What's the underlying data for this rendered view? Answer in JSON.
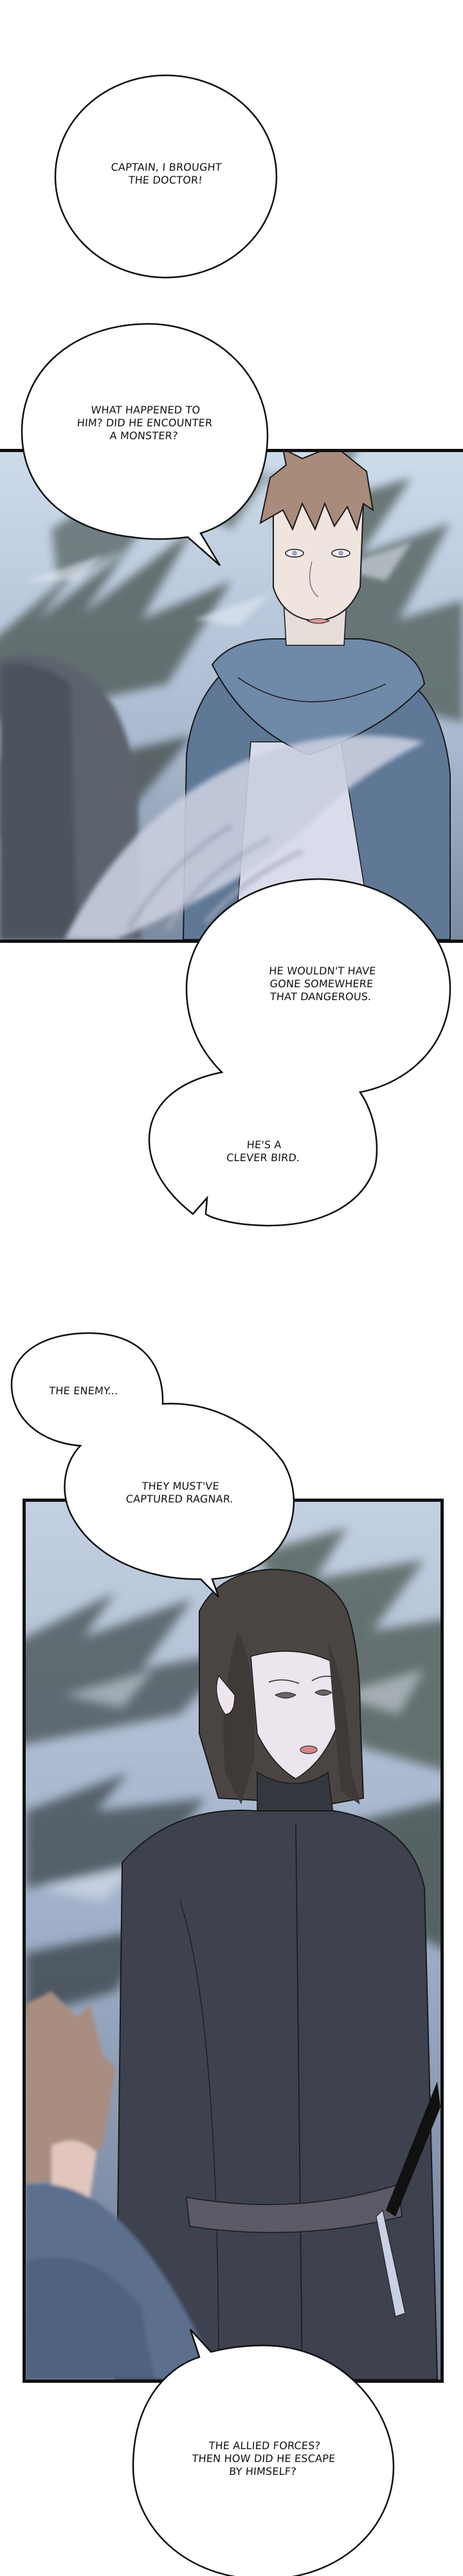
{
  "page": {
    "background": "#ffffff",
    "panel_border_color": "#111111"
  },
  "panels": [
    {
      "id": "panel-1",
      "description": "Snowy forest at dusk; brown-haired man in blue scarf and cloak looks shocked, a hooded figure in the foreground left, white bird wing blurred in front",
      "palette": {
        "sky": "#c9d6e6",
        "trees": "#5c6a6c",
        "cloak": "#5f7895",
        "hair": "#a58a7a",
        "skin": "#efe3dc",
        "wing": "#c8cfe0",
        "foreground_figure": "#5c6470"
      }
    },
    {
      "id": "panel-2",
      "description": "Snowy forest background; dark-haired woman in black high-collar uniform with sword at hip, brown-haired man seen from behind at lower left",
      "palette": {
        "sky": "#b5c3d8",
        "trees": "#4f5b63",
        "uniform": "#3e4150",
        "hair": "#4a4441",
        "skin": "#e9e2ea",
        "man_hair": "#a88d80",
        "man_cloak": "#5c6f8e"
      }
    }
  ],
  "dialogue": [
    {
      "id": "bubble-1",
      "text": "CAPTAIN, I BROUGHT\nTHE DOCTOR!"
    },
    {
      "id": "bubble-2",
      "text": "WHAT HAPPENED TO\nHIM? DID HE ENCOUNTER\nA MONSTER?"
    },
    {
      "id": "bubble-3",
      "text": "HE WOULDN'T HAVE\nGONE SOMEWHERE\nTHAT DANGEROUS."
    },
    {
      "id": "bubble-4",
      "text": "HE'S A\nCLEVER BIRD."
    },
    {
      "id": "bubble-5",
      "text": "THE ENEMY..."
    },
    {
      "id": "bubble-6",
      "text": "THEY MUST'VE\nCAPTURED RAGNAR."
    },
    {
      "id": "bubble-7",
      "text": "THE ALLIED FORCES?\nTHEN HOW DID HE ESCAPE\nBY HIMSELF?"
    }
  ]
}
